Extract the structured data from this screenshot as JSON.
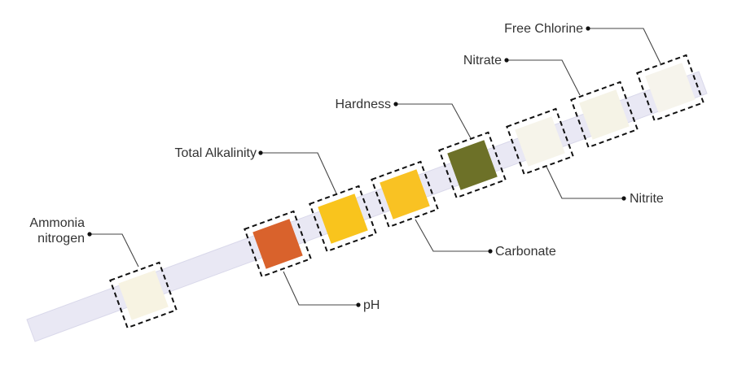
{
  "colors": {
    "strip": "#e9e8f4",
    "strip_edge": "#d9d8ea",
    "leader": "#444444",
    "dash": "#111111",
    "text": "#333333"
  },
  "pads": [
    {
      "id": "ammonia-nitrogen",
      "color": "#f7f3e2"
    },
    {
      "id": "ph",
      "color": "#d9622c"
    },
    {
      "id": "total-alkalinity",
      "color": "#f9c41d"
    },
    {
      "id": "carbonate",
      "color": "#f9c223"
    },
    {
      "id": "hardness",
      "color": "#6d7128"
    },
    {
      "id": "nitrite",
      "color": "#f6f4ea"
    },
    {
      "id": "nitrate",
      "color": "#f5f3e6"
    },
    {
      "id": "free-chlorine",
      "color": "#f6f4ec"
    }
  ],
  "labels": {
    "ammonia_line1": "Ammonia",
    "ammonia_line2": "nitrogen",
    "ph": "pH",
    "total_alkalinity": "Total Alkalinity",
    "carbonate": "Carbonate",
    "hardness": "Hardness",
    "nitrite": "Nitrite",
    "nitrate": "Nitrate",
    "free_chlorine": "Free Chlorine"
  }
}
